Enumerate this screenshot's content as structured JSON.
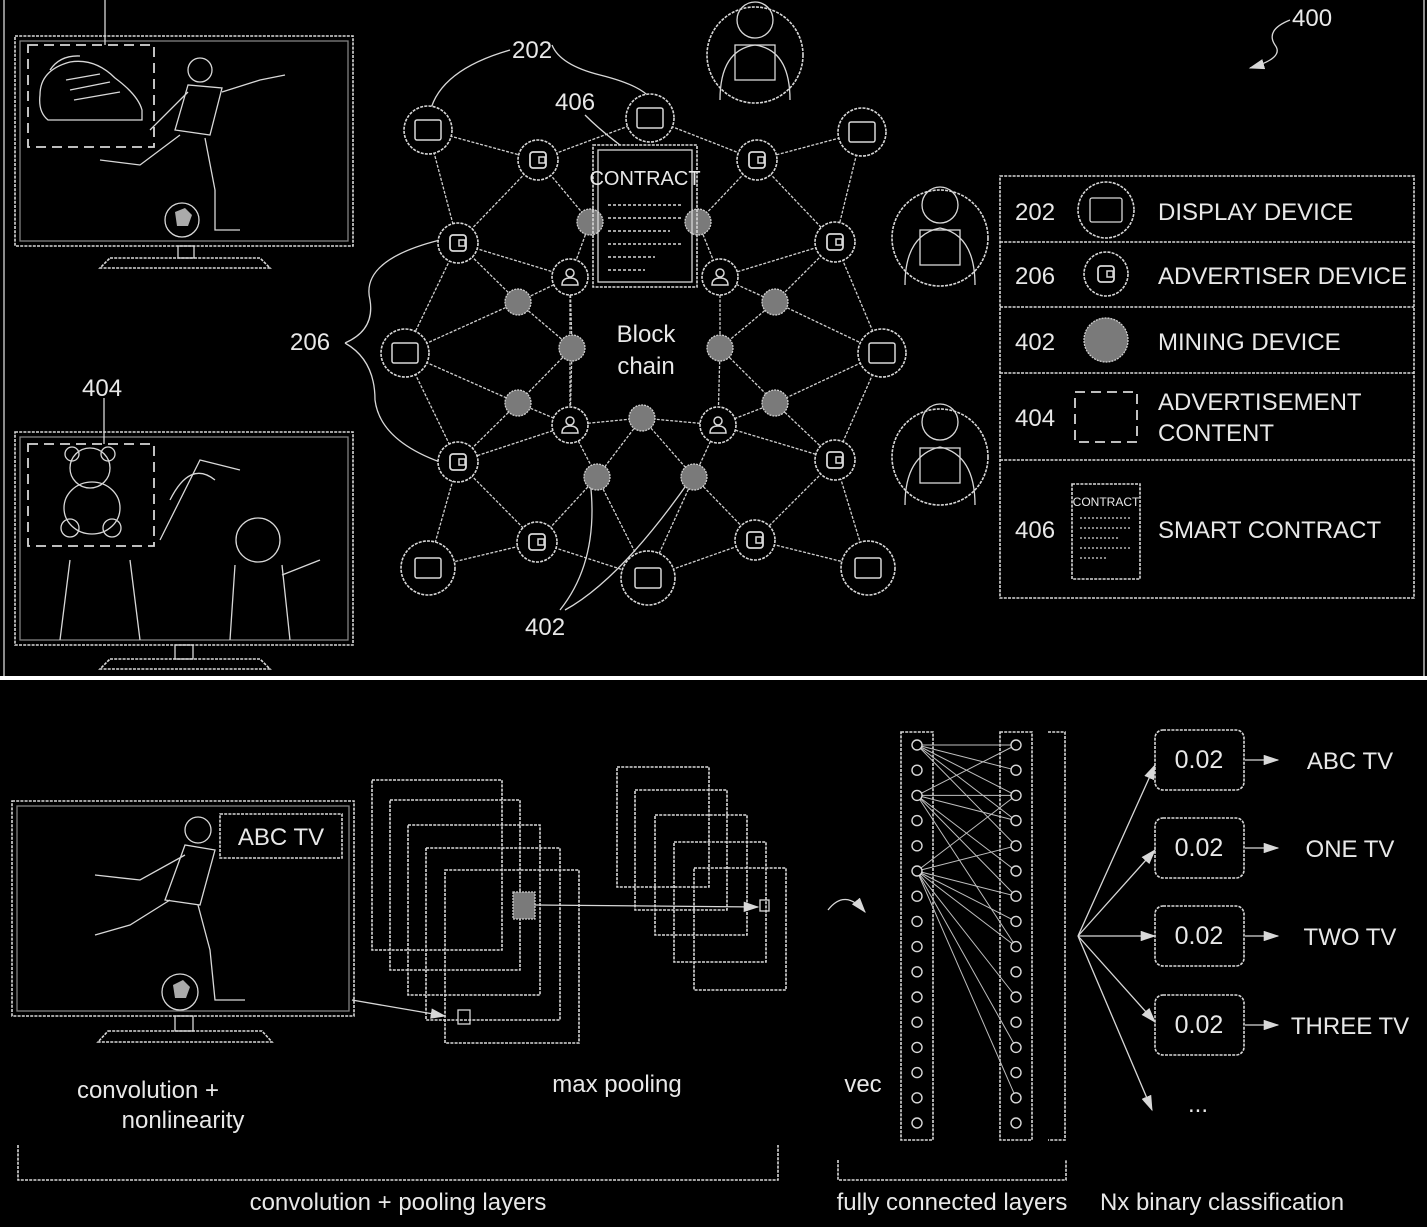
{
  "figure_top": {
    "ref_figure": "400",
    "ref_display": "202",
    "ref_contract": "406",
    "ref_advertiser": "206",
    "ref_ad_content": "404",
    "ref_mining": "402",
    "contract_label": "CONTRACT",
    "center_label_line1": "Block",
    "center_label_line2": "chain",
    "legend": [
      {
        "ref": "202",
        "icon": "display-icon",
        "label": "DISPLAY DEVICE"
      },
      {
        "ref": "206",
        "icon": "wallet-icon",
        "label": "ADVERTISER DEVICE"
      },
      {
        "ref": "402",
        "icon": "mining-dot-icon",
        "label": "MINING DEVICE"
      },
      {
        "ref": "404",
        "icon": "dashed-box-icon",
        "label_line1": "ADVERTISEMENT",
        "label_line2": "CONTENT"
      },
      {
        "ref": "406",
        "icon": "contract-icon",
        "label": "SMART CONTRACT",
        "icon_text": "CONTRACT"
      }
    ]
  },
  "figure_bottom": {
    "tv_overlay": "ABC TV",
    "conv_label_line1": "convolution +",
    "conv_label_line2": "nonlinearity",
    "pool_label": "max pooling",
    "vec_label": "vec",
    "bracket_conv": "convolution + pooling layers",
    "bracket_fc": "fully connected layers",
    "bracket_cls": "Nx binary classification",
    "outputs": [
      {
        "score": "0.02",
        "label": "ABC TV"
      },
      {
        "score": "0.02",
        "label": "ONE TV"
      },
      {
        "score": "0.02",
        "label": "TWO TV"
      },
      {
        "score": "0.02",
        "label": "THREE TV"
      }
    ],
    "ellipsis": "..."
  }
}
